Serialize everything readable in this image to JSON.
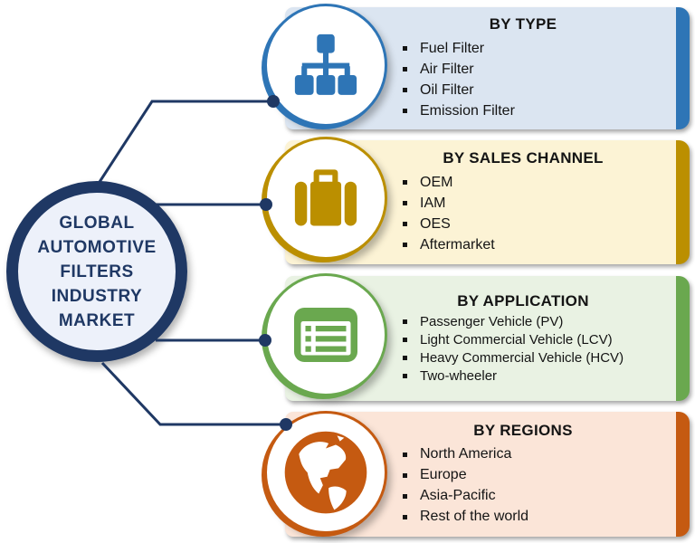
{
  "center": {
    "lines": [
      "GLOBAL",
      "AUTOMOTIVE",
      "FILTERS",
      "INDUSTRY",
      "MARKET"
    ]
  },
  "panels": [
    {
      "title": "BY TYPE",
      "icon": "sitemap-icon",
      "accent": "#2e75b6",
      "fill": "#dbe5f1",
      "items": [
        "Fuel Filter",
        "Air Filter",
        "Oil Filter",
        "Emission Filter"
      ]
    },
    {
      "title": "BY SALES CHANNEL",
      "icon": "briefcase-icon",
      "accent": "#bb8f00",
      "fill": "#fcf3d5",
      "items": [
        "OEM",
        "IAM",
        "OES",
        "Aftermarket"
      ]
    },
    {
      "title": "BY APPLICATION",
      "icon": "list-icon",
      "accent": "#6aa84f",
      "fill": "#e9f2e3",
      "items": [
        "Passenger Vehicle (PV)",
        "Light Commercial Vehicle (LCV)",
        "Heavy Commercial Vehicle (HCV)",
        "Two-wheeler"
      ]
    },
    {
      "title": "BY REGIONS",
      "icon": "globe-icon",
      "accent": "#c55a11",
      "fill": "#fbe5d8",
      "items": [
        "North America",
        "Europe",
        "Asia-Pacific",
        "Rest of the world"
      ]
    }
  ],
  "colors": {
    "connector": "#1f3864",
    "center_fill": "#edf1fa",
    "center_border": "#1f3864",
    "center_text": "#1f3864",
    "background": "#ffffff"
  }
}
